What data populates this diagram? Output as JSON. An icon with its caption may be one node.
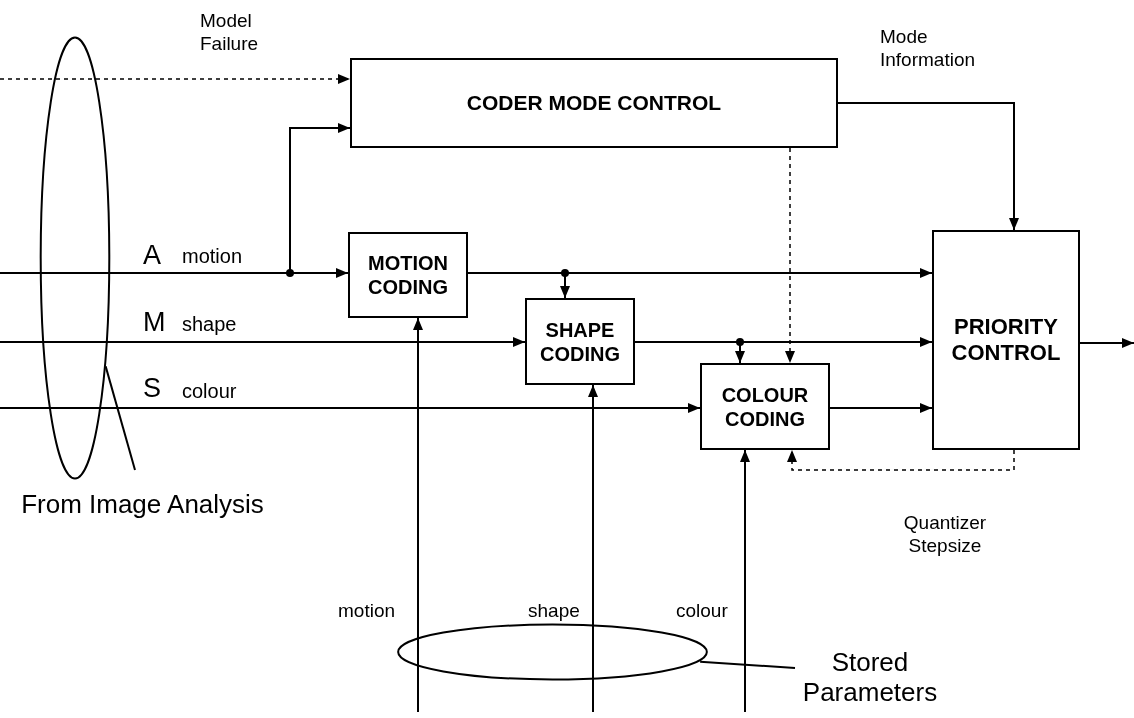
{
  "diagram": {
    "nodes": [
      {
        "text": [],
        "shape": "ellipse"
      },
      {
        "text": [
          "CODER MODE CONTROL"
        ]
      },
      {
        "text": [
          "MOTION CODING"
        ]
      },
      {
        "text": [
          "SHAPE CODING"
        ]
      },
      {
        "text": [
          "COLOUR CODING"
        ]
      },
      {
        "text": [
          "PRIORITY CONTROL"
        ]
      },
      {
        "text": [
          "From Image Analysis"
        ]
      },
      {
        "text": [],
        "shape": "ellipse"
      },
      {
        "text": [
          "Stored Parameters"
        ]
      }
    ],
    "edges": [
      {
        "from": null,
        "to": 1,
        "arrow": "to",
        "style": "dashed",
        "label": "Model Failure"
      },
      {
        "from": null,
        "to": 2,
        "arrow": "to"
      },
      {
        "from": null,
        "to": 1,
        "arrow": "to"
      },
      {
        "from": 2,
        "to": 5,
        "arrow": "to"
      },
      {
        "from": 2,
        "to": 3,
        "arrow": "to"
      },
      {
        "from": null,
        "to": 3,
        "arrow": "to"
      },
      {
        "from": 3,
        "to": 5,
        "arrow": "to"
      },
      {
        "from": 3,
        "to": 4,
        "arrow": "to"
      },
      {
        "from": null,
        "to": 4,
        "arrow": "to"
      },
      {
        "from": 4,
        "to": 5,
        "arrow": "to"
      },
      {
        "from": 1,
        "to": 4,
        "arrow": "to",
        "style": "dashed"
      },
      {
        "from": 1,
        "to": 5,
        "arrow": "to",
        "label": "Mode Information"
      },
      {
        "from": 5,
        "to": null,
        "arrow": "to"
      },
      {
        "from": 5,
        "to": 4,
        "arrow": "to",
        "style": "dashed",
        "label": "Quantizer Stepsize"
      },
      {
        "from": null,
        "to": 2,
        "arrow": "to",
        "label": "motion"
      },
      {
        "from": null,
        "to": 3,
        "arrow": "to",
        "label": "shape"
      },
      {
        "from": null,
        "to": 4,
        "arrow": "to",
        "label": "colour"
      },
      {
        "from": 6,
        "to": 0,
        "arrow": "none"
      },
      {
        "from": 8,
        "to": 7,
        "arrow": "none"
      }
    ],
    "labels": [
      "A",
      "motion",
      "M",
      "shape",
      "S",
      "colour"
    ]
  }
}
